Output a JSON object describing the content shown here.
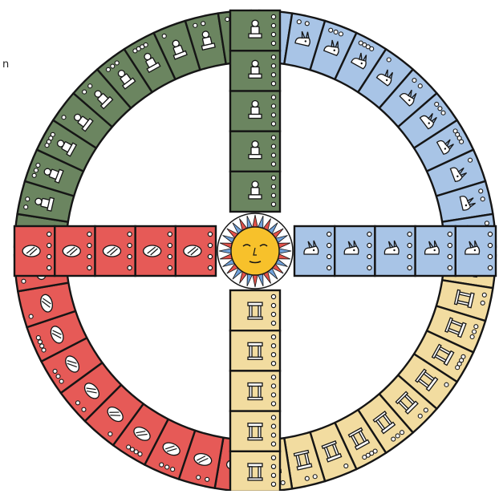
{
  "edge_text": "n",
  "center": {
    "kind": "sun-face"
  },
  "quadrants": [
    {
      "id": "north",
      "color": "#6b8560",
      "glyph": "seated-figure-glyph",
      "ring_cells": 11,
      "arm_cells": 5
    },
    {
      "id": "east",
      "color": "#a8c4e6",
      "glyph": "rabbit-glyph",
      "ring_cells": 11,
      "arm_cells": 5
    },
    {
      "id": "south",
      "color": "#f2dca0",
      "glyph": "house-glyph",
      "ring_cells": 11,
      "arm_cells": 5
    },
    {
      "id": "west",
      "color": "#e65a57",
      "glyph": "flint-glyph",
      "ring_cells": 10,
      "arm_cells": 5
    }
  ]
}
